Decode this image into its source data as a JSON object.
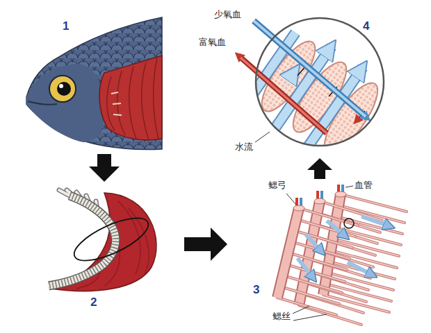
{
  "diagram": {
    "labels": [
      "1",
      "少氧血",
      "4",
      "富氧血",
      "水流",
      "鳃弓",
      "血管",
      "2",
      "3",
      "鳃丝"
    ]
  }
}
